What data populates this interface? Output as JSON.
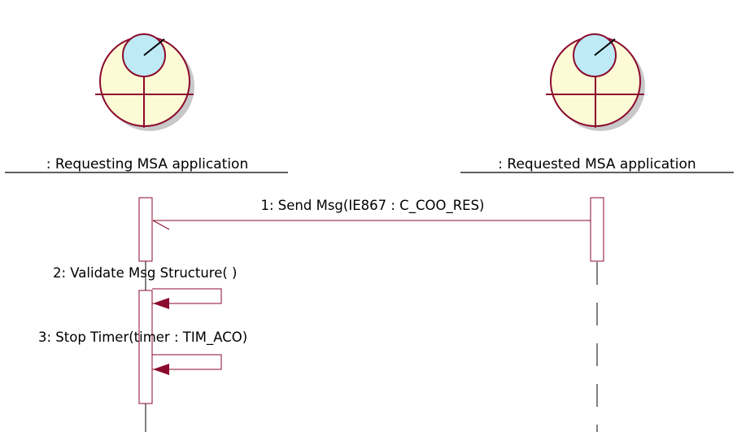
{
  "diagram": {
    "type": "sequence",
    "lifelines": [
      {
        "id": "requesting",
        "label": " : Requesting MSA application",
        "icon": "actor-boundary-icon"
      },
      {
        "id": "requested",
        "label": " : Requested MSA application",
        "icon": "actor-boundary-icon"
      }
    ],
    "messages": [
      {
        "number": 1,
        "label": "1: Send Msg(IE867 : C_COO_RES)",
        "from": "requested",
        "to": "requesting",
        "kind": "async"
      },
      {
        "number": 2,
        "label": "2: Validate Msg Structure( )",
        "from": "requesting",
        "to": "requesting",
        "kind": "self"
      },
      {
        "number": 3,
        "label": "3: Stop Timer(timer : TIM_ACO)",
        "from": "requesting",
        "to": "requesting",
        "kind": "self"
      }
    ]
  },
  "colors": {
    "icon_fill": "#fdfbd6",
    "icon_stroke": "#8b0a2e",
    "icon_shadow": "#c8c8c8",
    "lens_fill": "#bdeaf5",
    "line": "#8b0a2e",
    "arrowhead": "#8b0a2e",
    "text": "#000000"
  }
}
